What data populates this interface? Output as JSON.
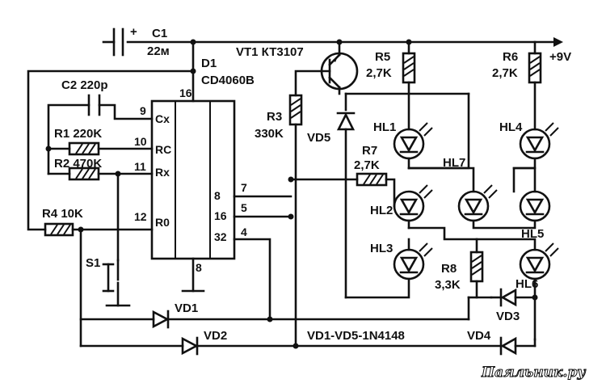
{
  "labels": {
    "c1": "C1",
    "c1_value": "22м",
    "d1": "D1",
    "d1_type": "CD4060B",
    "c2": "C2 220p",
    "r1": "R1 220K",
    "r2": "R2 470K",
    "r4": "R4 10K",
    "s1": "S1",
    "vt1": "VT1 КТ3107",
    "r3": "R3",
    "r3_value": "330K",
    "vd5": "VD5",
    "r5": "R5",
    "r5_value": "2,7K",
    "r6": "R6",
    "r6_value": "2,7K",
    "r7": "R7",
    "r7_value": "2,7K",
    "r8": "R8",
    "r8_value": "3,3K",
    "supply": "+9V",
    "plus": "+",
    "hl1": "HL1",
    "hl2": "HL2",
    "hl3": "HL3",
    "hl4": "HL4",
    "hl5": "HL5",
    "hl6": "HL6",
    "hl7": "HL7",
    "vd1": "VD1",
    "vd2": "VD2",
    "vd3": "VD3",
    "vd4": "VD4",
    "diodes_note": "VD1-VD5-1N4148",
    "watermark": "Паяльник.ру"
  },
  "pins": {
    "p9": "9",
    "p10": "10",
    "p11": "11",
    "p12": "12",
    "p16_top": "16",
    "p8_bottom": "8",
    "p7": "7",
    "p16": "16",
    "p32": "32",
    "cx": "Cx",
    "rc": "RC",
    "rx": "Rx",
    "r0": "R0",
    "out8": "8",
    "out16": "16",
    "out32": "32",
    "w7": "7",
    "w5": "5",
    "w4": "4"
  }
}
